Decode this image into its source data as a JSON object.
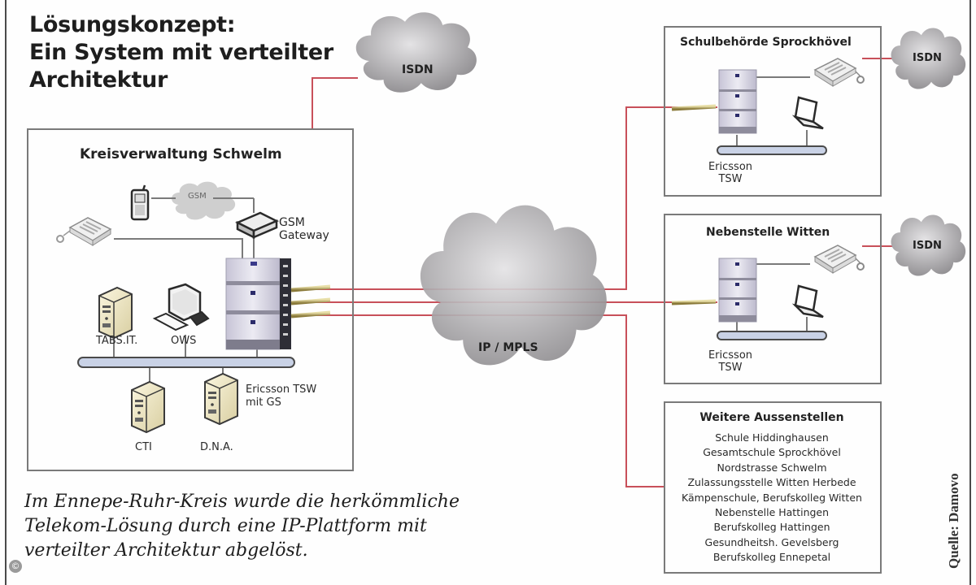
{
  "title": {
    "line1": "Lösungskonzept:",
    "line2": "Ein System mit verteilter",
    "line3": "Architektur"
  },
  "clouds": {
    "isdn_main": "ISDN",
    "isdn_sprockhoevel": "ISDN",
    "isdn_witten": "ISDN",
    "gsm": "GSM",
    "ip_mpls": "IP / MPLS"
  },
  "main_site": {
    "title": "Kreisverwaltung Schwelm",
    "gsm_gateway": "GSM\nGateway",
    "gsm_gateway_l1": "GSM",
    "gsm_gateway_l2": "Gateway",
    "tabs_it": "TABS.IT.",
    "ows": "OWS",
    "cti": "CTI",
    "dna": "D.N.A.",
    "ericsson_l1": "Ericsson TSW",
    "ericsson_l2": "mit GS"
  },
  "site_sprockhoevel": {
    "title": "Schulbehörde Sprockhövel",
    "ericsson_l1": "Ericsson",
    "ericsson_l2": "TSW"
  },
  "site_witten": {
    "title": "Nebenstelle Witten",
    "ericsson_l1": "Ericsson",
    "ericsson_l2": "TSW"
  },
  "other_sites": {
    "title": "Weitere Aussenstellen",
    "items": [
      "Schule Hiddinghausen",
      "Gesamtschule Sprockhövel",
      "Nordstrasse Schwelm",
      "Zulassungsstelle Witten Herbede",
      "Kämpenschule, Berufskolleg Witten",
      "Nebenstelle Hattingen",
      "Berufskolleg Hattingen",
      "Gesundheitsh. Gevelsberg",
      "Berufskolleg Ennepetal"
    ]
  },
  "caption": {
    "line1": "Im Ennepe-Ruhr-Kreis wurde die herkömmliche",
    "line2": "Telekom-Lösung durch eine IP-Plattform mit",
    "line3": "verteilter Architektur abgelöst."
  },
  "source": "Quelle: Damovo",
  "copyright_symbol": "©",
  "colors": {
    "link_red": "#c8505a",
    "border_gray": "#7a7a7a",
    "cloud_gray": "#b8b6b8",
    "server_lilac": "#d6d4e2",
    "lan_bar": "#c9d2e6"
  }
}
